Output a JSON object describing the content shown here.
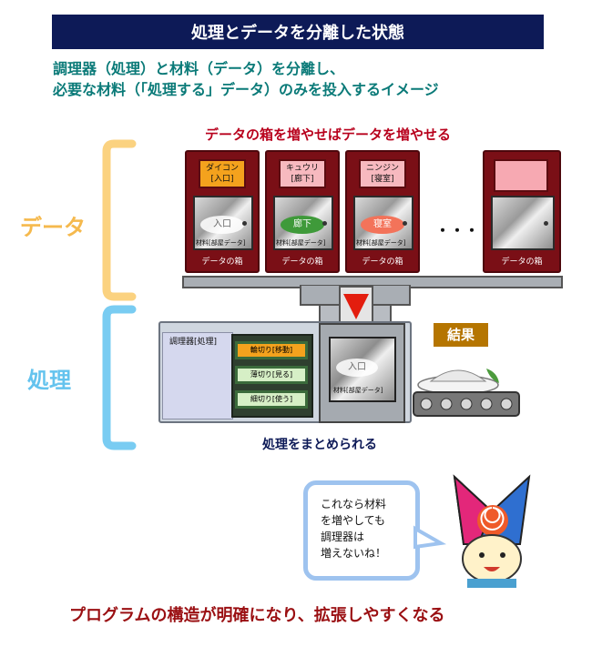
{
  "title": "処理とデータを分離した状態",
  "intro": {
    "line1": "調理器（処理）と材料（データ）を分離し、",
    "line2": "必要な材料（「処理する」データ）のみを投入するイメージ"
  },
  "top_caption": "データの箱を増やせばデータを増やせる",
  "side_labels": {
    "data": "データ",
    "process": "処理"
  },
  "boxes": [
    {
      "tag_line1": "ダイコン",
      "tag_line2": "[入口]",
      "room": "入口",
      "material": "材料[部屋データ]",
      "footer": "データの箱"
    },
    {
      "tag_line1": "キュウリ",
      "tag_line2": "[廊下]",
      "room": "廊下",
      "material": "材料[部屋データ]",
      "footer": "データの箱"
    },
    {
      "tag_line1": "ニンジン",
      "tag_line2": "[寝室]",
      "room": "寝室",
      "material": "材料[部屋データ]",
      "footer": "データの箱"
    },
    {
      "tag_line1": "",
      "tag_line2": "",
      "room": "",
      "material": "",
      "footer": "データの箱"
    }
  ],
  "ellipsis": "・・・・",
  "cooker": {
    "label": "調理器[処理]",
    "buttons": [
      "輪切り[移動]",
      "薄切り[見る]",
      "細切り[使う]"
    ],
    "window_room": "入口",
    "window_material": "材料[部屋データ]"
  },
  "result_label": "結果",
  "bottom_caption": "処理をまとめられる",
  "speech": {
    "line1": "これなら材料",
    "line2": "を増やしても",
    "line3": "調理器は",
    "line4": "増えないね！"
  },
  "conclusion": "プログラムの構造が明確になり、拡張しやすくなる",
  "colors": {
    "title_bg": "#0d1a57",
    "intro_text": "#0a7a78",
    "data_label": "#f5b94d",
    "process_label": "#64c3ee",
    "box_fill": "#7a0f16",
    "conclusion_text": "#9a0f12"
  }
}
